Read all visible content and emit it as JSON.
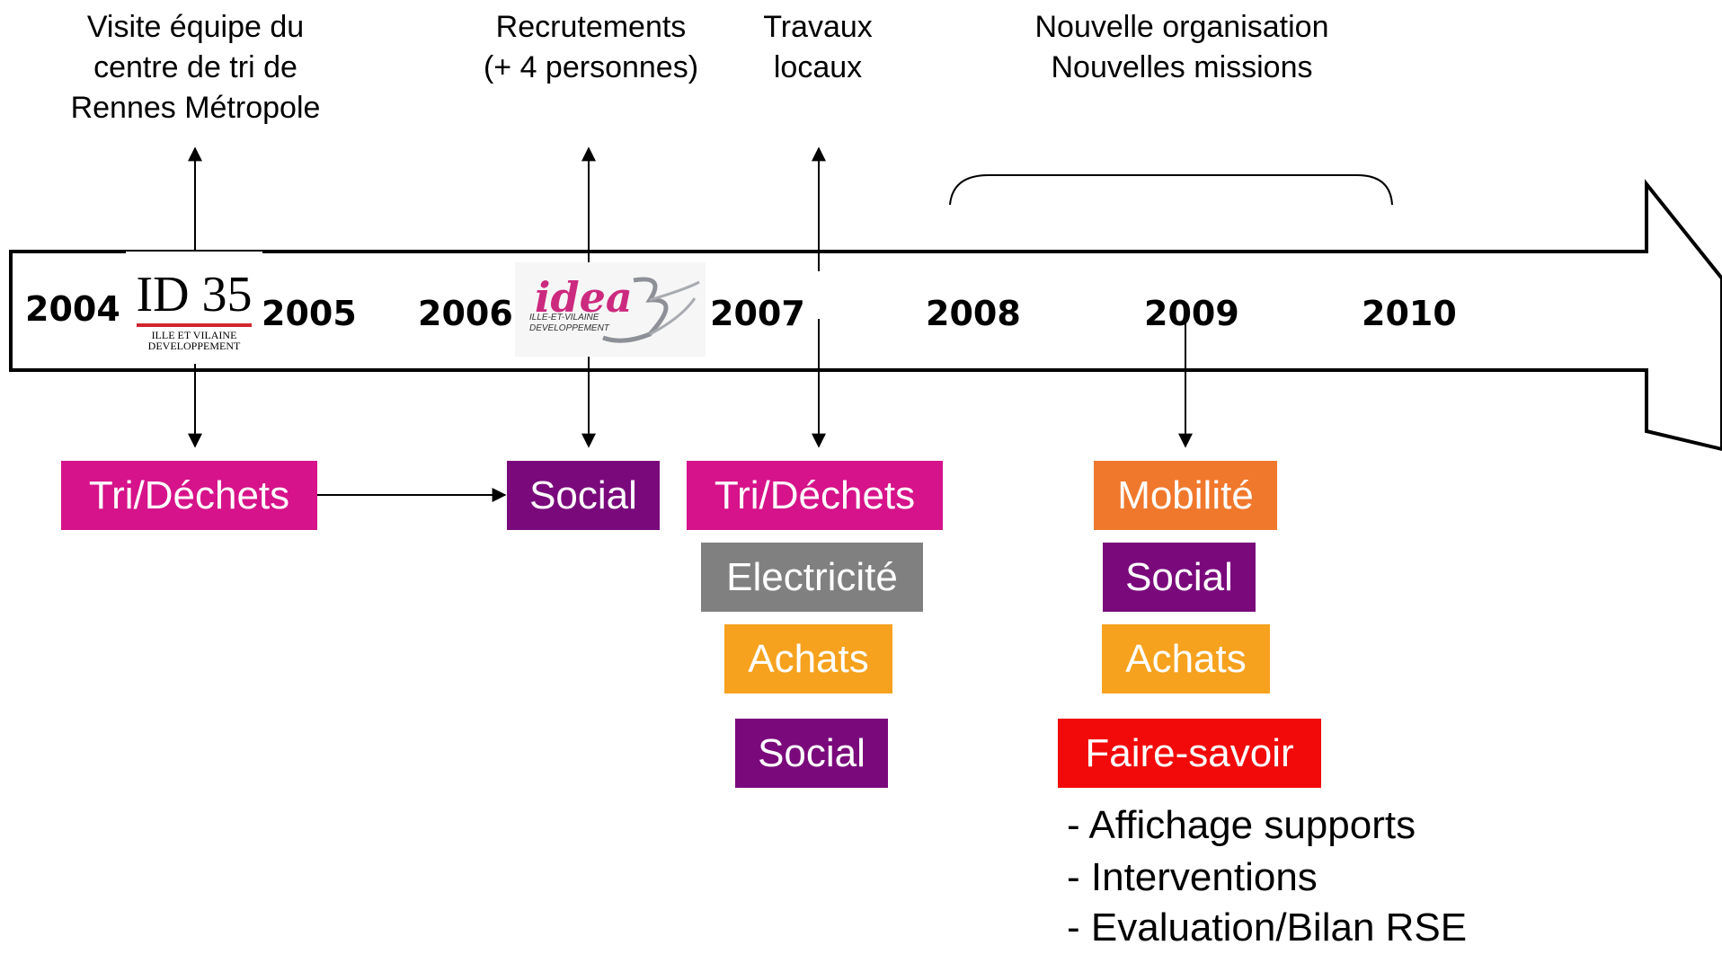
{
  "top_labels": {
    "visit": [
      "Visite équipe du",
      "centre de tri de",
      "Rennes Métropole"
    ],
    "recruit": [
      "Recrutements",
      "(+ 4 personnes)"
    ],
    "works": [
      "Travaux",
      "locaux"
    ],
    "orga": [
      "Nouvelle organisation",
      "Nouvelles missions"
    ]
  },
  "years": [
    "2004",
    "2005",
    "2006",
    "2007",
    "2008",
    "2009",
    "2010"
  ],
  "logos": {
    "id35": {
      "title": "ID 35",
      "subtitle": [
        "ILLE ET VILAINE",
        "DEVELOPPEMENT"
      ]
    },
    "idea": {
      "title": "idea",
      "subtitle": [
        "ILLE-ET-VILAINE",
        "DEVELOPPEMENT"
      ]
    }
  },
  "boxes": [
    {
      "label": "Tri/Déchets",
      "color": "#d6138a"
    },
    {
      "label": "Social",
      "color": "#7a0a7c"
    },
    {
      "label": "Tri/Déchets",
      "color": "#d6138a"
    },
    {
      "label": "Electricité",
      "color": "#808080"
    },
    {
      "label": "Achats",
      "color": "#f6a21e"
    },
    {
      "label": "Social",
      "color": "#7a0a7c"
    },
    {
      "label": "Mobilité",
      "color": "#f0782c"
    },
    {
      "label": "Social",
      "color": "#7a0a7c"
    },
    {
      "label": "Achats",
      "color": "#f6a21e"
    },
    {
      "label": "Faire-savoir",
      "color": "#f20a0a"
    }
  ],
  "bullets": [
    "- Affichage supports",
    "- Interventions",
    "- Evaluation/Bilan RSE"
  ]
}
